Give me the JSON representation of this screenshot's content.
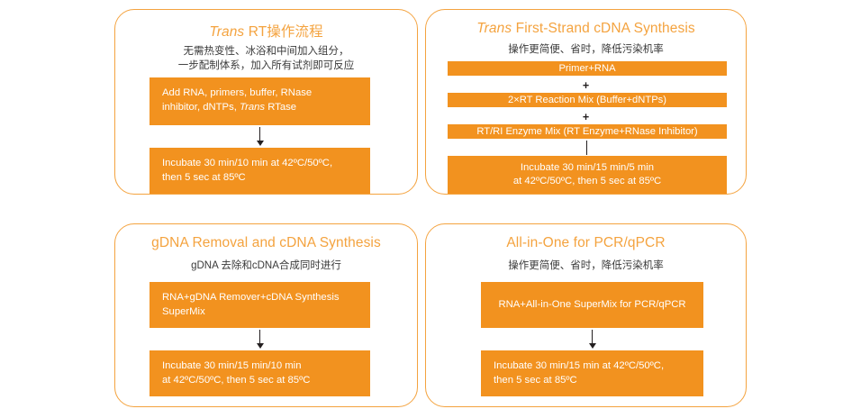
{
  "figure": {
    "background_color": "#ffffff",
    "accent_color": "#F2921F",
    "panel_border_color": "#F4A33F",
    "title_color": "#F4A33F",
    "box_text_color": "#ffffff",
    "subtitle_color": "#3a3a3a",
    "arrow_color": "#231f20"
  },
  "panels": [
    {
      "id": "trans-rt-workflow",
      "title_italic": "Trans",
      "title_rest": " RT操作流程",
      "subtitle": "无需热变性、冰浴和中间加入组分，\n一步配制体系，加入所有试剂即可反应",
      "steps": [
        {
          "name": "add-reagents",
          "text_pre": "Add RNA, primers, buffer, RNase\ninhibitor, dNTPs, ",
          "text_italic": "Trans",
          "text_post": " RTase"
        },
        {
          "name": "incubate",
          "text": "Incubate 30 min/10 min at 42ºC/50ºC,\nthen 5 sec at 85ºC"
        }
      ]
    },
    {
      "id": "trans-first-strand-cdna-synthesis",
      "title_italic": "Trans",
      "title_rest": " First-Strand cDNA Synthesis",
      "subtitle": "操作更简便、省时，降低污染机率",
      "bars": [
        {
          "name": "primer-rna",
          "text": "Primer+RNA"
        },
        {
          "name": "rt-reaction-mix",
          "text": "2×RT Reaction Mix (Buffer+dNTPs)"
        },
        {
          "name": "rt-ri-enzyme-mix",
          "text": "RT/RI Enzyme Mix (RT Enzyme+RNase Inhibitor)"
        }
      ],
      "separators": [
        "+",
        "+"
      ],
      "steps": [
        {
          "name": "incubate",
          "text": "Incubate 30 min/15 min/5 min\nat 42ºC/50ºC, then 5 sec at 85ºC"
        }
      ]
    },
    {
      "id": "gdna-removal-and-cdna-synthesis",
      "title_italic": "",
      "title_rest": "gDNA Removal and cDNA Synthesis",
      "subtitle": "gDNA 去除和cDNA合成同时进行",
      "steps": [
        {
          "name": "rna-gdna-remover-supermix",
          "text": "RNA+gDNA Remover+cDNA Synthesis\nSuperMix"
        },
        {
          "name": "incubate",
          "text": "Incubate 30 min/15 min/10 min\nat 42ºC/50ºC, then 5 sec at 85ºC"
        }
      ]
    },
    {
      "id": "all-in-one-for-pcr-qpcr",
      "title_italic": "",
      "title_rest": "All-in-One for PCR/qPCR",
      "subtitle": "操作更简便、省时，降低污染机率",
      "steps": [
        {
          "name": "rna-all-in-one-supermix",
          "text": "RNA+All-in-One SuperMix for PCR/qPCR"
        },
        {
          "name": "incubate",
          "text": "Incubate 30 min/15 min at 42ºC/50ºC,\nthen 5 sec at 85ºC"
        }
      ]
    }
  ]
}
